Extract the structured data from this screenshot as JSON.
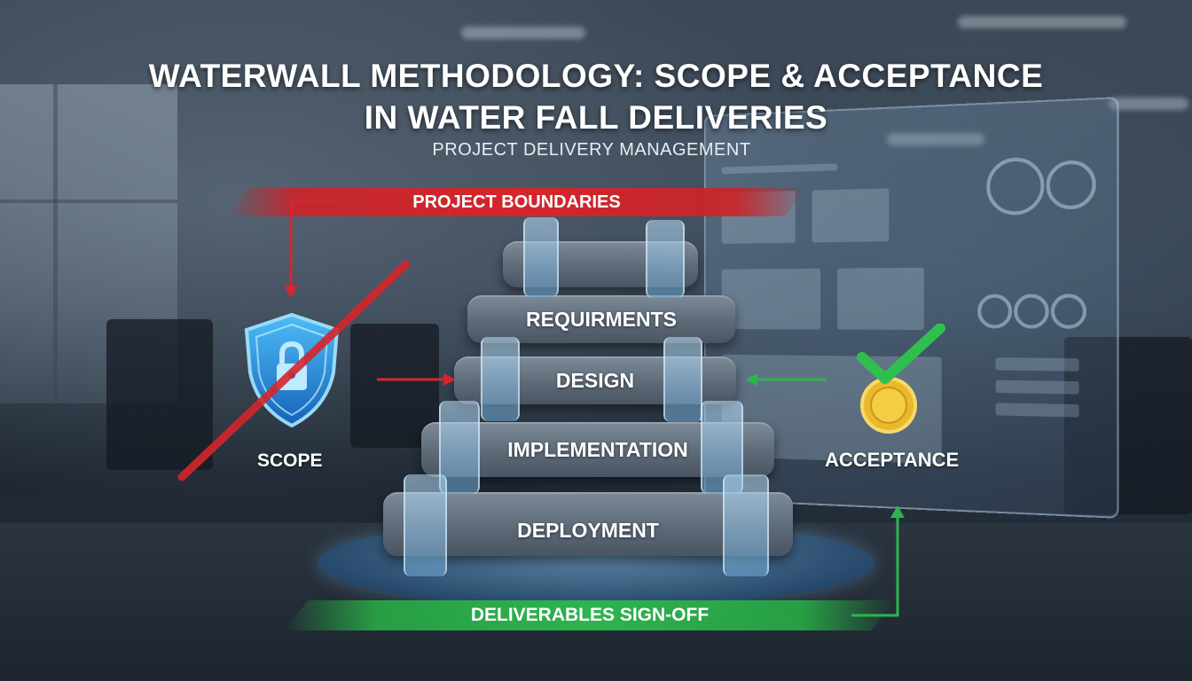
{
  "title": {
    "line1": "WATERWALL METHODOLOGY: SCOPE & ACCEPTANCE",
    "line2": "IN WATER FALL DELIVERIES"
  },
  "subtitle": "PROJECT DELIVERY MANAGEMENT",
  "boundary_bar": {
    "label": "PROJECT BOUNDARIES",
    "color": "#d4262c"
  },
  "signoff_bar": {
    "label": "DELIVERABLES SIGN-OFF",
    "color": "#2fb34f"
  },
  "scope": {
    "label": "SCOPE",
    "icon": "shield-lock-icon",
    "crossed_out": true
  },
  "acceptance": {
    "label": "ACCEPTANCE",
    "icons": [
      "checkmark-icon",
      "gold-medal-icon"
    ]
  },
  "tiers": [
    {
      "label": "REQUIRMENTS"
    },
    {
      "label": "DESIGN"
    },
    {
      "label": "IMPLEMENTATION"
    },
    {
      "label": "DEPLOYMENT"
    }
  ]
}
